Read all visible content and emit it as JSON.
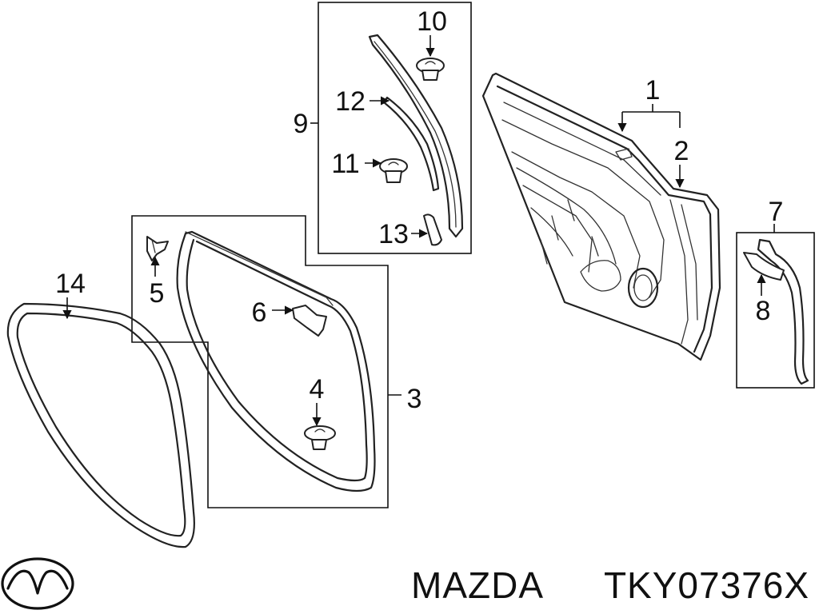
{
  "callouts": {
    "c1": "1",
    "c2": "2",
    "c3": "3",
    "c4": "4",
    "c5": "5",
    "c6": "6",
    "c7": "7",
    "c8": "8",
    "c9": "9",
    "c10": "10",
    "c11": "11",
    "c12": "12",
    "c13": "13",
    "c14": "14"
  },
  "brand": {
    "name": "MAZDA",
    "part_number": "TKY07376X",
    "logo_icon": "mazda-logo-icon"
  },
  "colors": {
    "line": "#111111",
    "background": "#ffffff"
  }
}
